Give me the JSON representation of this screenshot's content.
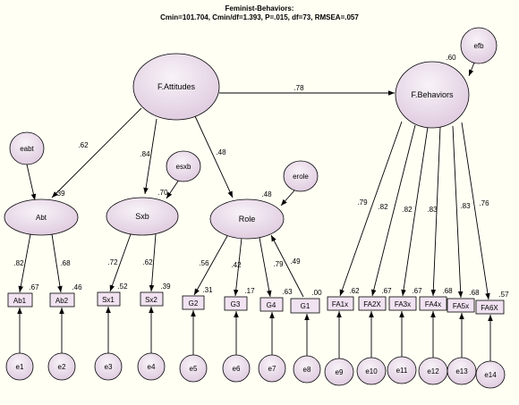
{
  "title": "Feminist-Behaviors:",
  "fit_stats": "Cmin=101.704, Cmin/df=1.393, P=.015, df=73, RMSEA=.057",
  "latents": {
    "fatt": "F.Attitudes",
    "fbeh": "F.Behaviors",
    "abt": "Abt",
    "sxb": "Sxb",
    "role": "Role"
  },
  "disturbances": {
    "efb": "efb",
    "eabt": "eabt",
    "esxb": "esxb",
    "erole": "erole"
  },
  "observed": {
    "ab1": "Ab1",
    "ab2": "Ab2",
    "sx1": "Sx1",
    "sx2": "Sx2",
    "g2": "G2",
    "g3": "G3",
    "g4": "G4",
    "g1": "G1",
    "fa1x": "FA1x",
    "fa2x": "FA2X",
    "fa3x": "FA3x",
    "fa4x": "FA4x",
    "fa5x": "FA5x",
    "fa6x": "FA6X"
  },
  "errors": {
    "e1": "e1",
    "e2": "e2",
    "e3": "e3",
    "e4": "e4",
    "e5": "e5",
    "e6": "e6",
    "e7": "e7",
    "e8": "e8",
    "e9": "e9",
    "e10": "e10",
    "e11": "e11",
    "e12": "e12",
    "e13": "e13",
    "e14": "e14"
  },
  "paths": {
    "fatt_fbeh": ".78",
    "fatt_abt": ".62",
    "fatt_sxb": ".84",
    "fatt_role": ".48",
    "abt_ab1": ".82",
    "abt_ab2": ".68",
    "sxb_sx1": ".72",
    "sxb_sx2": ".62",
    "role_g2": ".56",
    "role_g3": ".42",
    "role_g4": ".79",
    "g1_role": ".49",
    "fbeh_fa1x": ".79",
    "fbeh_fa2x": ".82",
    "fbeh_fa3x": ".82",
    "fbeh_fa4x": ".83",
    "fbeh_fa5x": ".83",
    "fbeh_fa6x": ".76"
  },
  "r_squared": {
    "fbeh": ".60",
    "abt": ".39",
    "sxb": ".70",
    "role": ".48",
    "ab1": ".67",
    "ab2": ".46",
    "sx1": ".52",
    "sx2": ".39",
    "g2": ".31",
    "g3": ".17",
    "g4": ".63",
    "g1": ".00",
    "fa1x": ".62",
    "fa2x": ".67",
    "fa3x": ".67",
    "fa4x": ".68",
    "fa5x": ".68",
    "fa6x": ".57"
  },
  "colors": {
    "background": "#fffff4",
    "fill_light": "#f6eef6",
    "fill_dark": "#dcc6dc",
    "box_fill": "#f1e2f1"
  }
}
